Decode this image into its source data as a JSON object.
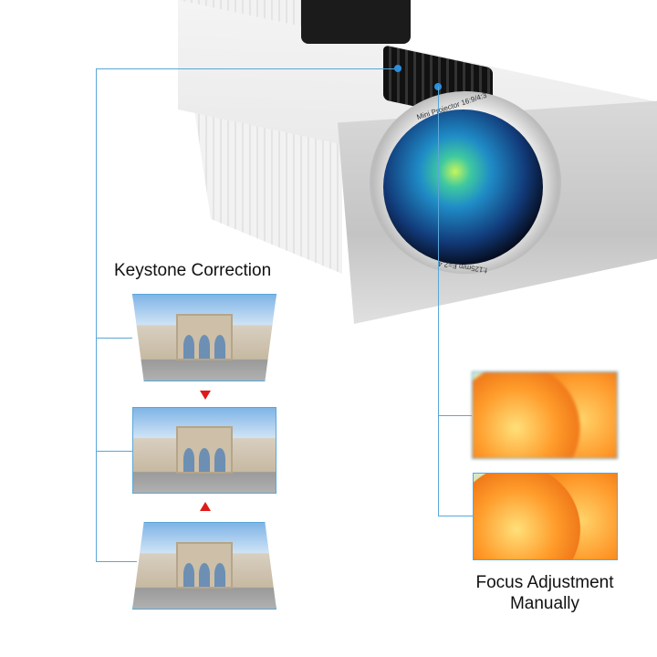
{
  "lens": {
    "top_text": "Mini Projector 16:9/4:3",
    "bottom_text": "f:125mm F=2.4"
  },
  "keystone": {
    "title": "Keystone Correction"
  },
  "focus": {
    "title_line1": "Focus Adjustment",
    "title_line2": "Manually"
  },
  "colors": {
    "callout_line": "#5aa7d8",
    "arrow": "#e01a1a",
    "dot": "#2b8fe0"
  }
}
